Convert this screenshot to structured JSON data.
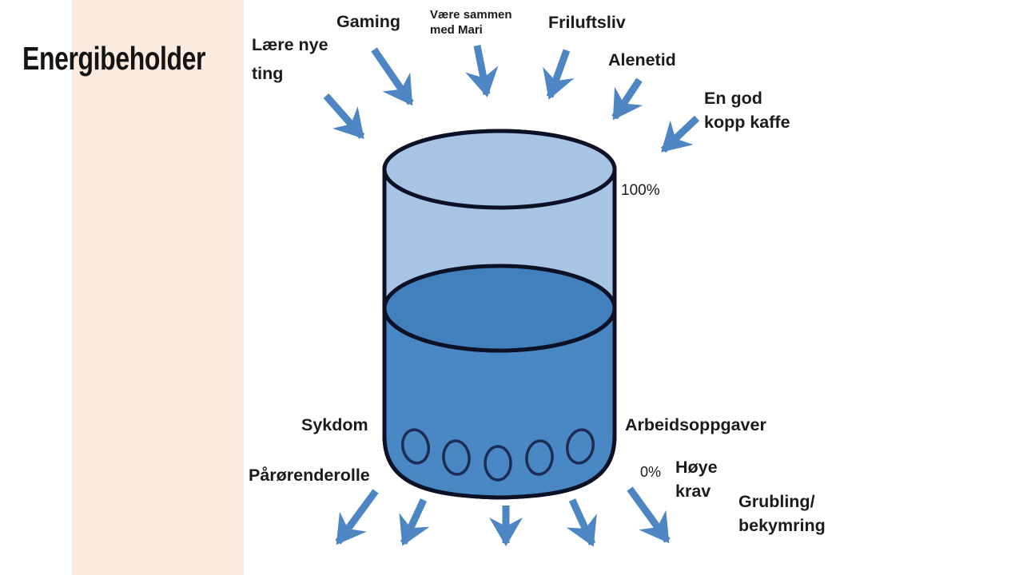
{
  "title": "Energibeholder",
  "colors": {
    "arrow": "#4d86c3",
    "container-light": "#a7c4e5",
    "water": "#4a87c5",
    "water-surface": "#427fbd",
    "outline": "#0c1126",
    "hole-outline": "#1d2c52",
    "band": "#fcecdf",
    "text": "#1b1b1b"
  },
  "levels": {
    "full": "100%",
    "empty": "0%"
  },
  "inputs": [
    {
      "label": "Lære nye\nting"
    },
    {
      "label": "Gaming"
    },
    {
      "label": "Være sammen\nmed Mari"
    },
    {
      "label": "Friluftsliv"
    },
    {
      "label": "Alenetid"
    },
    {
      "label": "En god\nkopp kaffe"
    }
  ],
  "drains": [
    {
      "label": "Sykdom"
    },
    {
      "label": "Pårørenderolle"
    },
    {
      "label": "Arbeidsoppgaver"
    },
    {
      "label": "Høye\nkrav"
    },
    {
      "label": "Grubling/\nbekymring"
    }
  ]
}
